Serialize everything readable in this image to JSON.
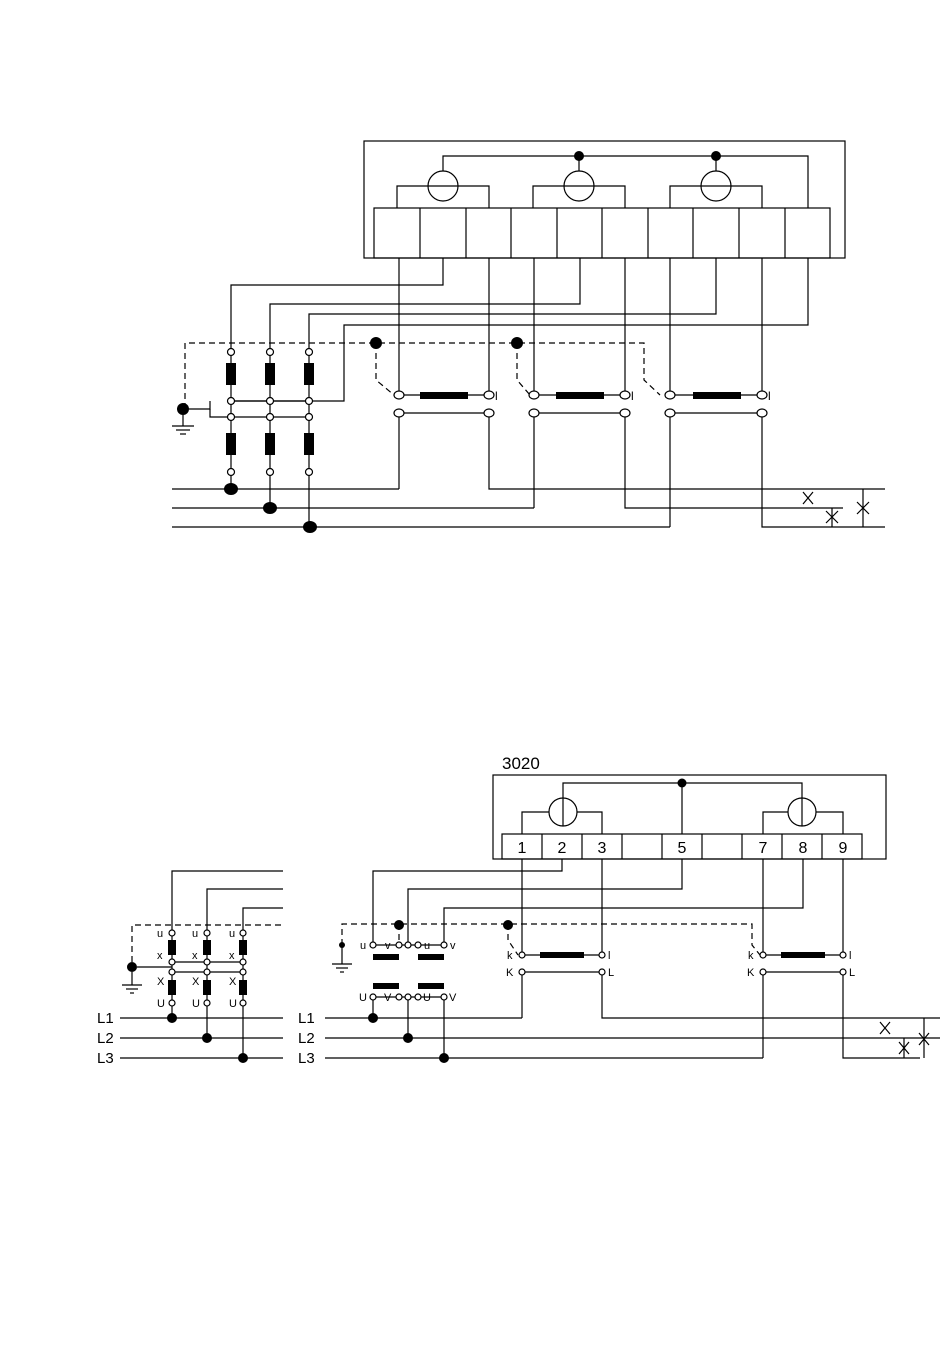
{
  "bottom": {
    "meter_label": "3020",
    "terminals": [
      "1",
      "2",
      "3",
      "",
      "5",
      "",
      "7",
      "8",
      "9"
    ],
    "line_labels": [
      "L1",
      "L2",
      "L3"
    ],
    "vt_star_labels": [
      "u",
      "x",
      "X",
      "U"
    ],
    "vt_v_labels": [
      "u",
      "v",
      "U",
      "V"
    ],
    "ct_labels": [
      "k",
      "l",
      "K",
      "L"
    ]
  }
}
